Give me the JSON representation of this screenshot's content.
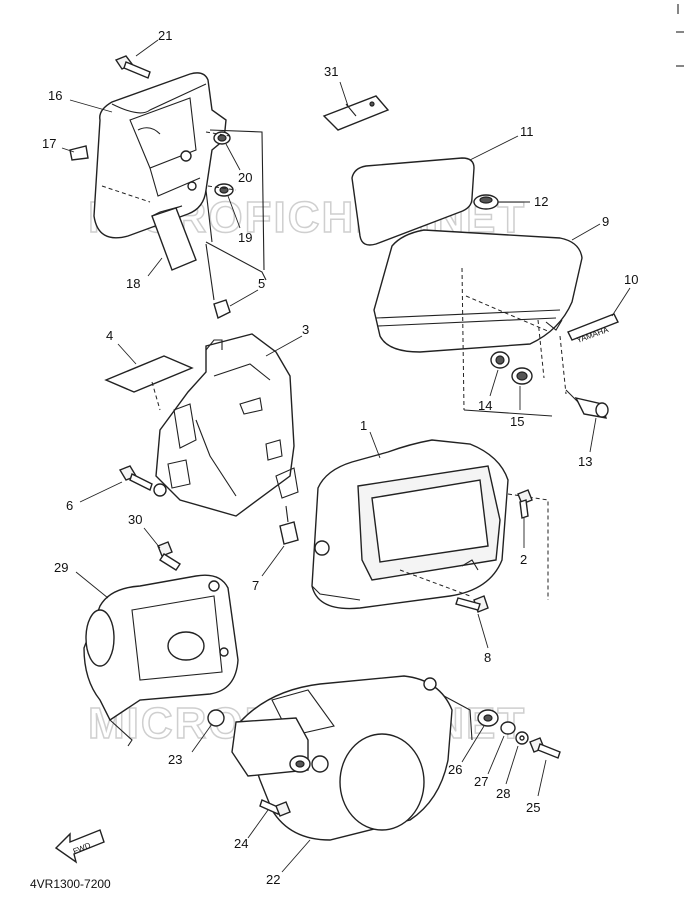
{
  "watermark": "MICROFICHES.NET",
  "document_id": "4VR1300-7200",
  "fwd_label": "FWD",
  "brand_emblem": "YAMAHA",
  "callouts": {
    "p1": "1",
    "p2": "2",
    "p3": "3",
    "p4": "4",
    "p5": "5",
    "p6": "6",
    "p7": "7",
    "p8": "8",
    "p9": "9",
    "p10": "10",
    "p11": "11",
    "p12": "12",
    "p13": "13",
    "p14": "14",
    "p15": "15",
    "p16": "16",
    "p17": "17",
    "p18": "18",
    "p19": "19",
    "p20": "20",
    "p21": "21",
    "p22": "22",
    "p23": "23",
    "p24": "24",
    "p25": "25",
    "p26": "26",
    "p27": "27",
    "p28": "28",
    "p29": "29",
    "p30": "30",
    "p31": "31"
  }
}
